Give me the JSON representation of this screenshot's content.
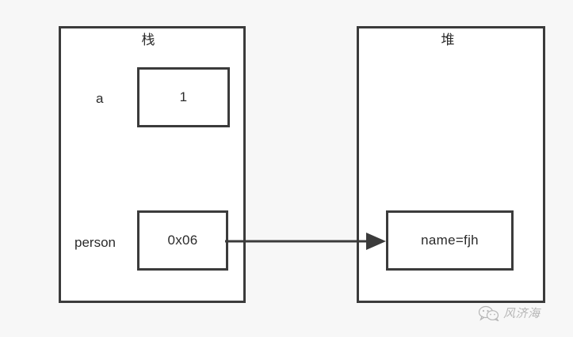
{
  "diagram": {
    "type": "memory-model-diagram",
    "background_color": "#f7f7f7",
    "line_color": "#3b3b3b",
    "text_color": "#2b2b2b",
    "regions": [
      {
        "id": "stack",
        "title": "栈",
        "entries": [
          {
            "name": "a",
            "value": "1"
          },
          {
            "name": "person",
            "value": "0x06"
          }
        ]
      },
      {
        "id": "heap",
        "title": "堆",
        "entries": [
          {
            "name": "",
            "value": "name=fjh"
          }
        ]
      }
    ],
    "arrow": {
      "label": "",
      "from": "0x06",
      "to": "name=fjh",
      "direction": "right",
      "head": "solid-triangle"
    }
  },
  "watermark": {
    "icon": "wechat-icon",
    "text": "风济海"
  }
}
